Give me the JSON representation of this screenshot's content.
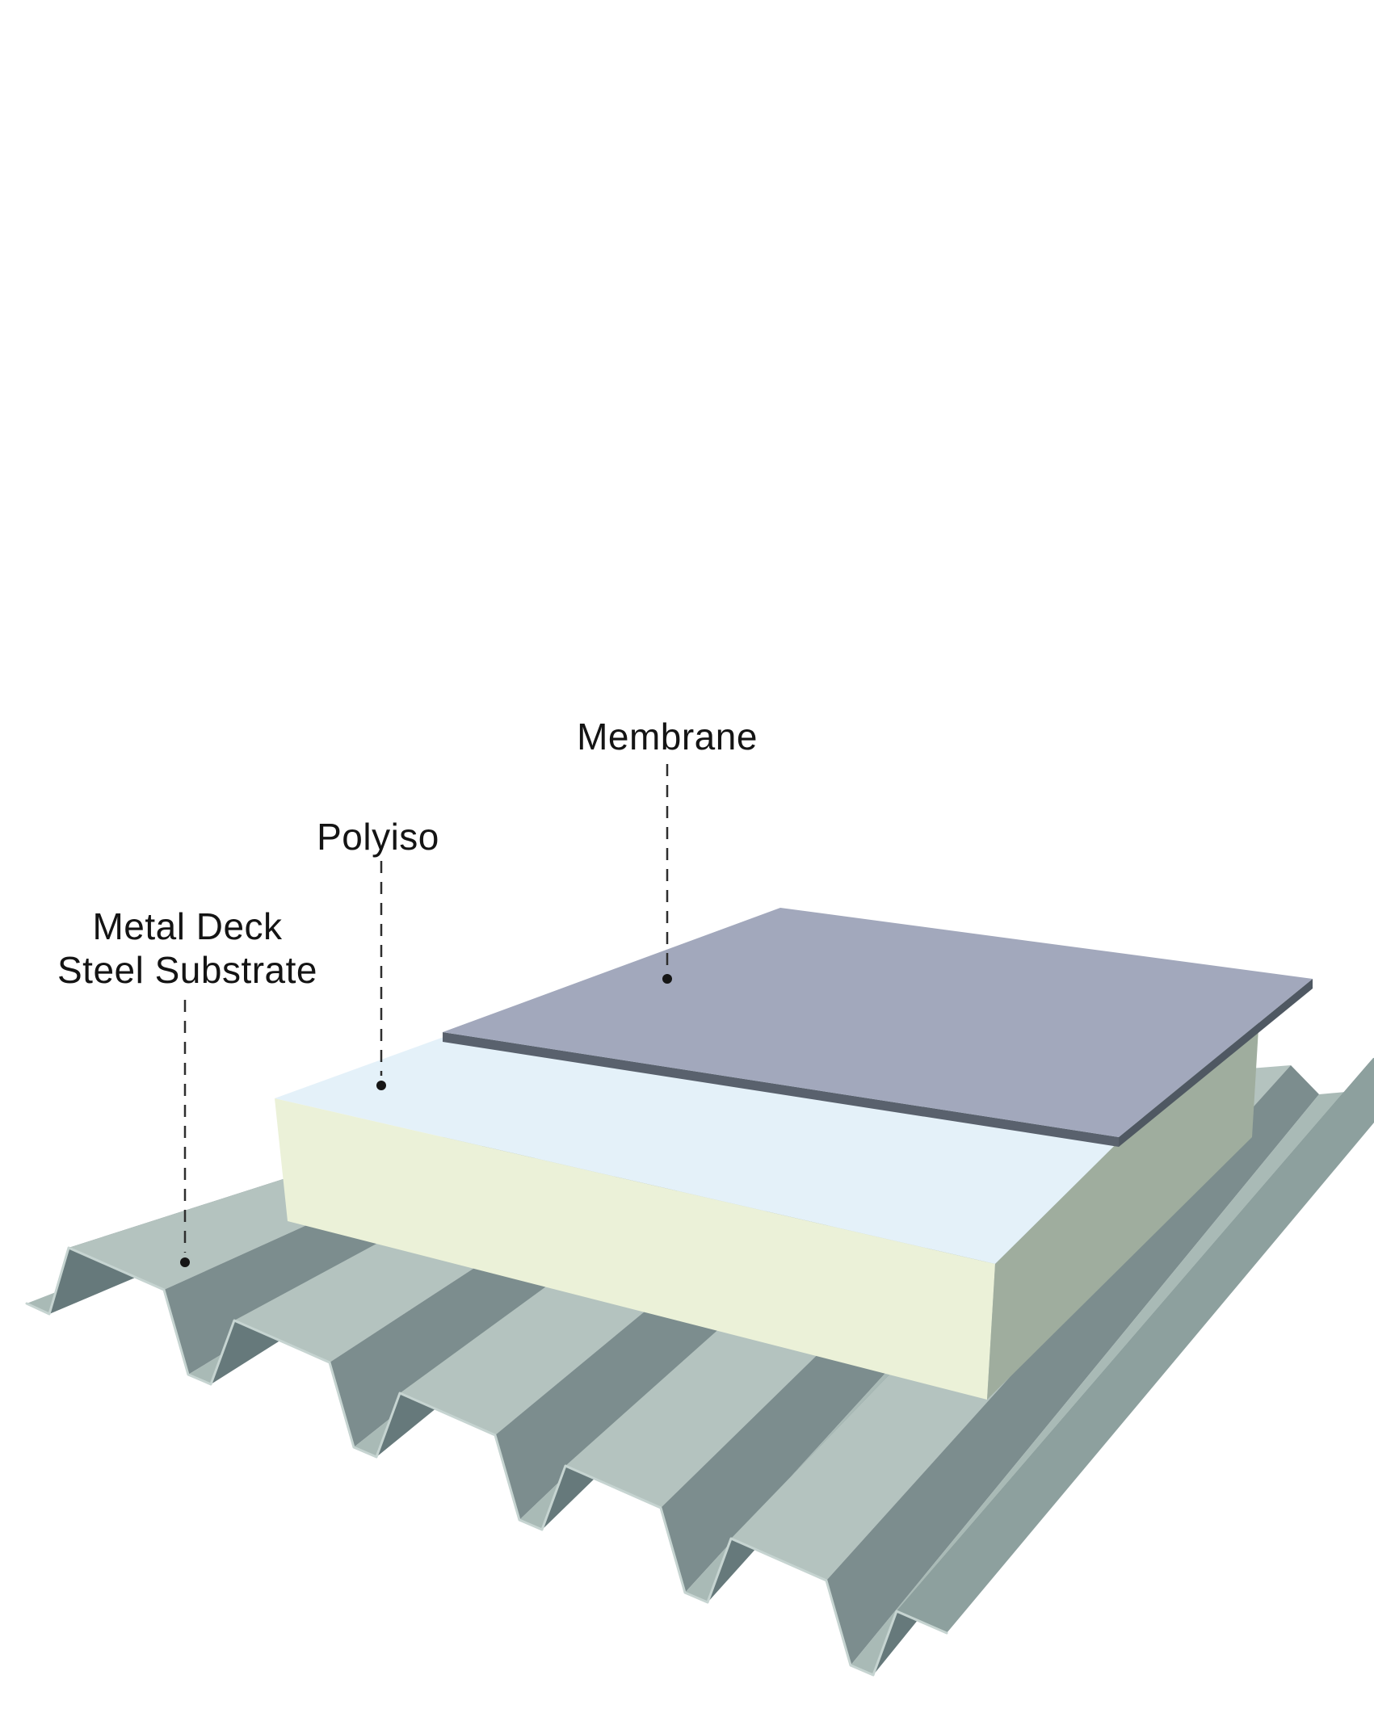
{
  "diagram": {
    "description": "Roof assembly layers diagram",
    "labels": {
      "membrane": "Membrane",
      "polyiso": "Polyiso",
      "metal_deck_line1": "Metal Deck",
      "metal_deck_line2": "Steel Substrate"
    },
    "colors": {
      "background": "#ffffff",
      "label_text": "#141414",
      "leader": "#2e2e2e",
      "leader_dot": "#161616",
      "membrane_top": "#a2a8bc",
      "membrane_edge_front": "#59616d",
      "membrane_edge_right": "#4f5862",
      "polyiso_top": "#e4f1f9",
      "polyiso_front": "#ebf1d8",
      "polyiso_side": "#9fad9e",
      "deck_flange": "#b4c3bf",
      "deck_web_light": "#7c8d8e",
      "deck_valley": "#a9bab6",
      "deck_web_dark": "#66797b",
      "deck_far_flange": "#8da09e",
      "deck_edge_highlight": "#c6d4d1"
    }
  }
}
